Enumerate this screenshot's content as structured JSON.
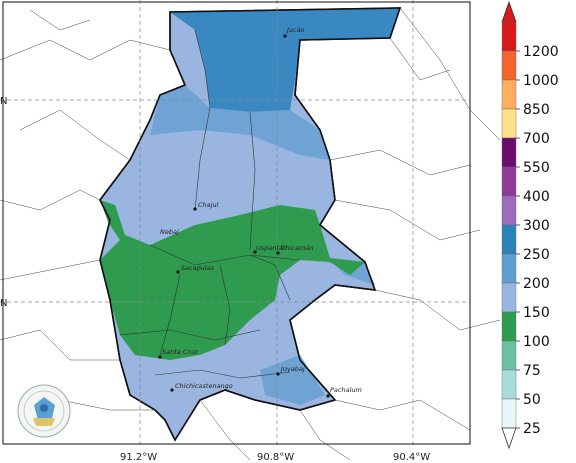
{
  "map": {
    "lon_ticks": [
      "91.2°W",
      "90.8°W",
      "90.4°W"
    ],
    "lat_tick_fragments": [
      "N",
      "N"
    ],
    "towns": [
      "Jacán",
      "Chajul",
      "Nebaj",
      "Uspantán",
      "Chicamán",
      "Sacapulas",
      "Santa Cruz",
      "Joyabaj",
      "Chichicastenango",
      "Pachalum"
    ]
  },
  "legend": {
    "labels": [
      "1200",
      "1000",
      "850",
      "700",
      "550",
      "400",
      "300",
      "250",
      "200",
      "150",
      "100",
      "75",
      "50",
      "25"
    ],
    "colors": [
      "#d7191c",
      "#f4642d",
      "#fdae61",
      "#fee08b",
      "#6a0d6e",
      "#8e3a96",
      "#9c6cbe",
      "#2b83ba",
      "#5d9fd1",
      "#9ab5e0",
      "#2e9b4f",
      "#6cc1a5",
      "#a8dcd9",
      "#e8f6f8"
    ]
  },
  "icons": {
    "logo": "insivumeh-logo"
  }
}
